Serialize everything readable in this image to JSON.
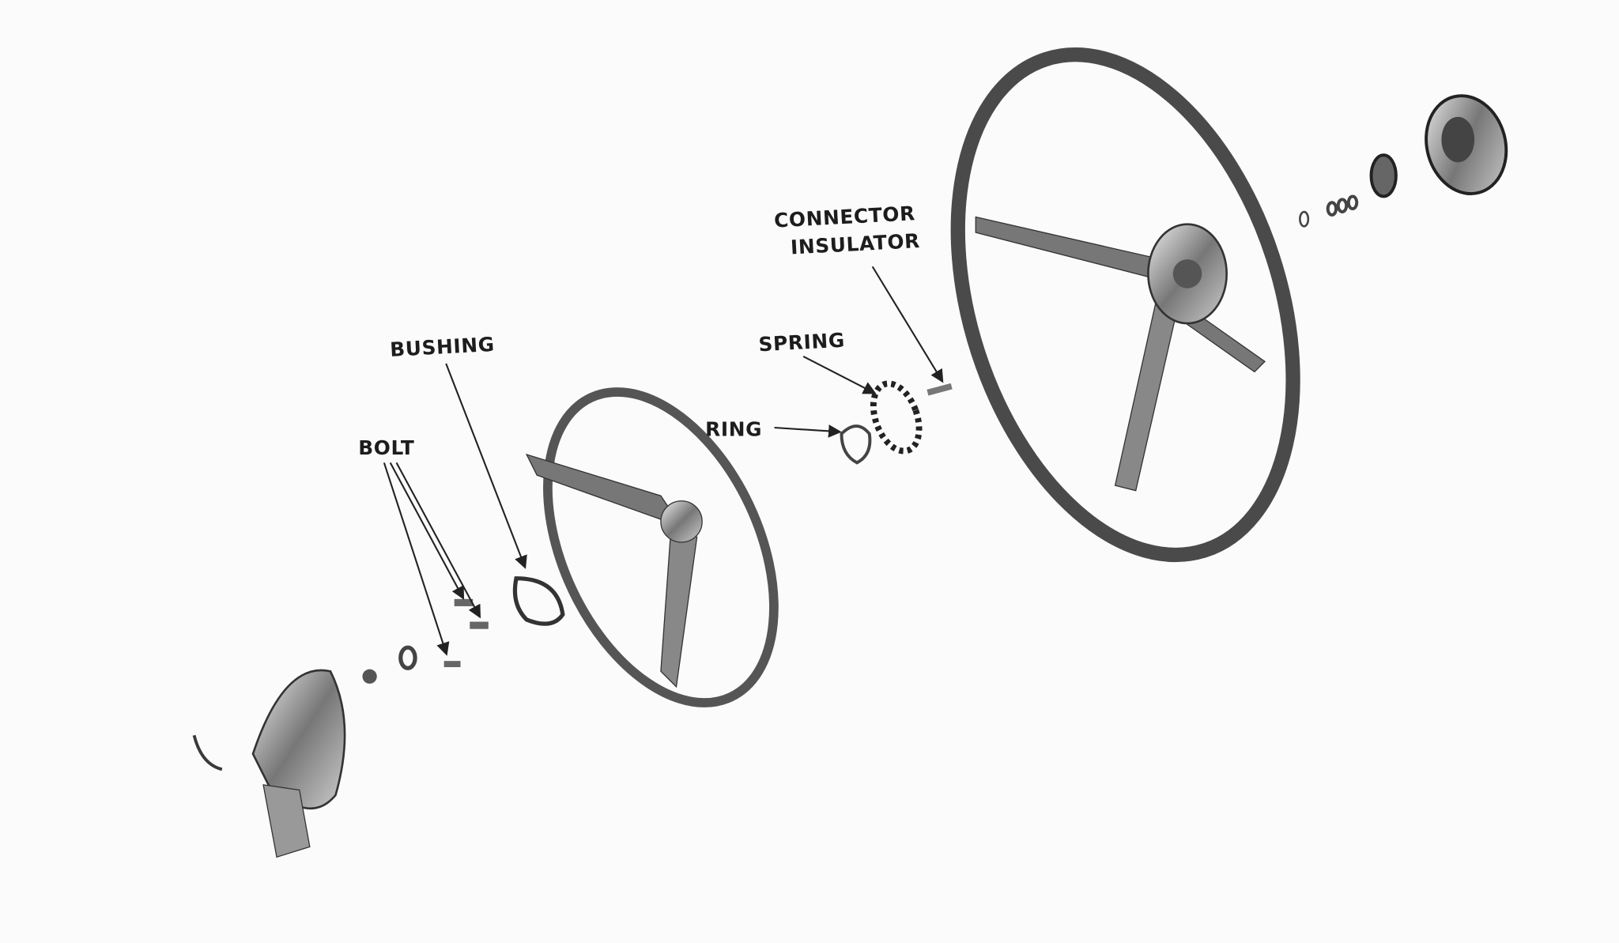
{
  "labels": {
    "connector_insulator_line1": "CONNECTOR",
    "connector_insulator_line2": "INSULATOR",
    "bushing": "BUSHING",
    "bolt": "BOLT",
    "spring": "SPRING",
    "ring": "RING"
  },
  "colors": {
    "background": "#fbfbfb",
    "ink": "#1d1d1d"
  }
}
